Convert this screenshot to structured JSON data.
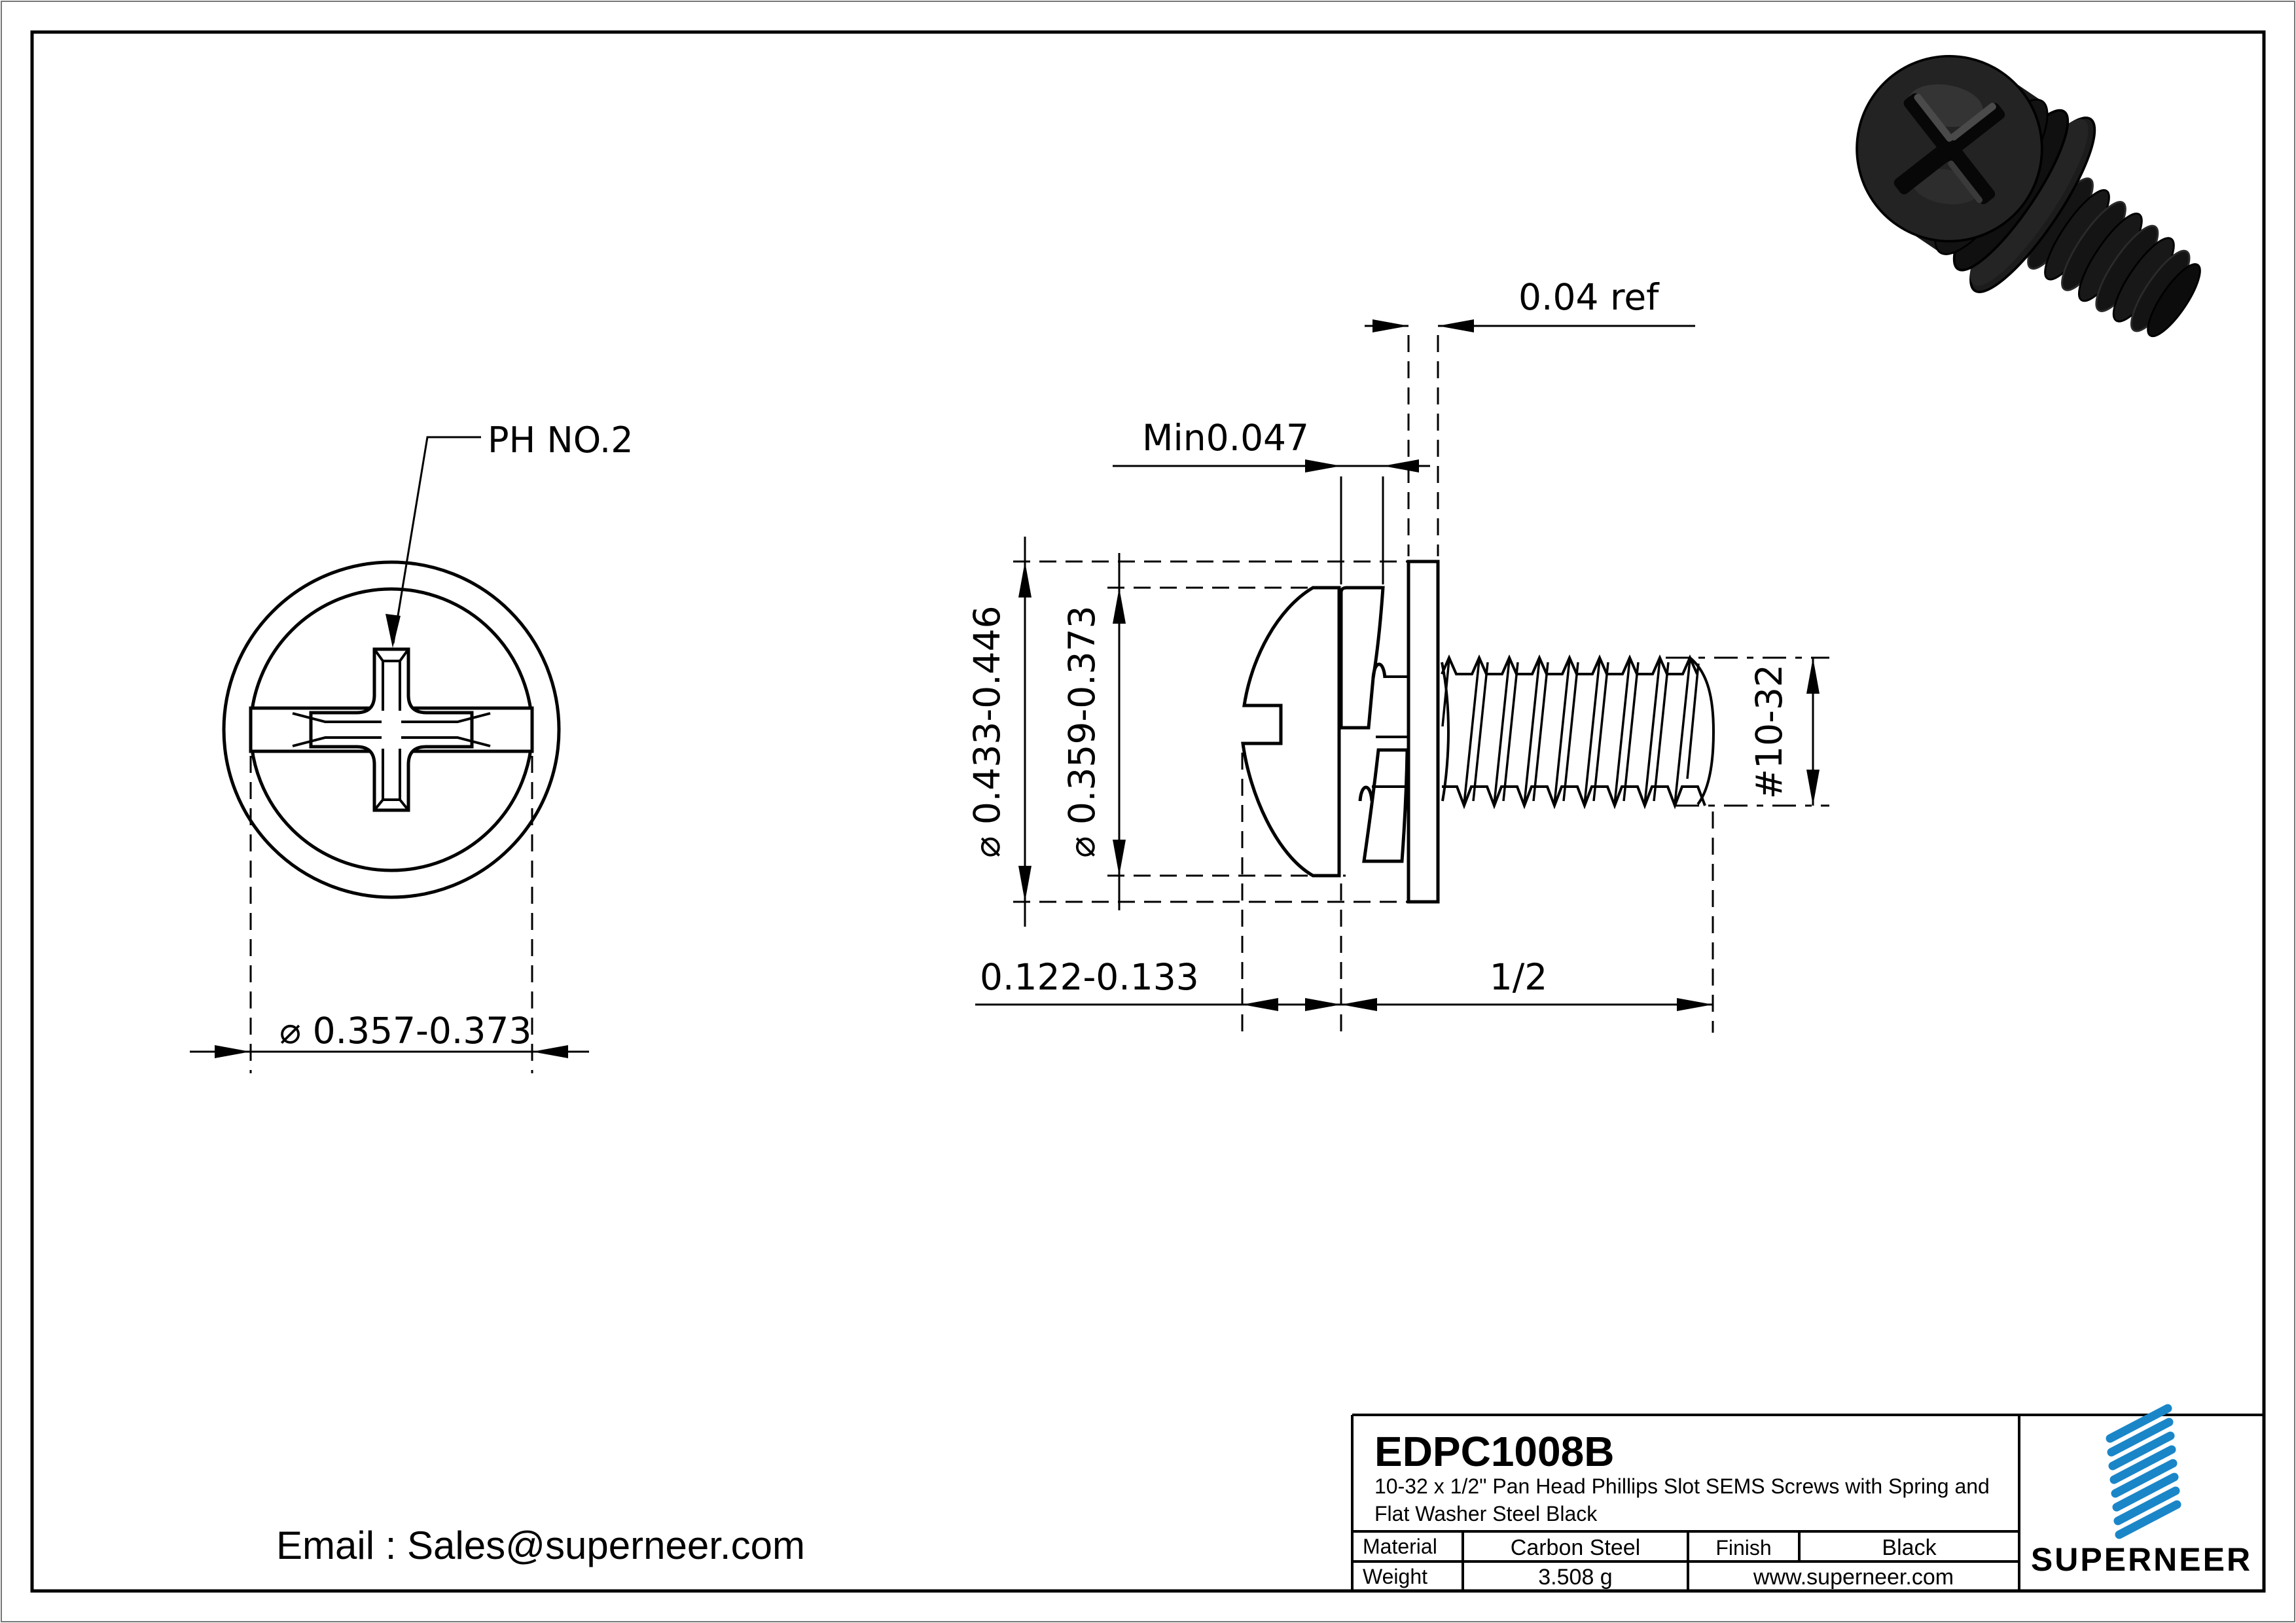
{
  "page": {
    "background": "#ffffff",
    "line_color": "#000000",
    "accent_blue": "#1a86c8"
  },
  "front_view": {
    "drive_label": "PH NO.2",
    "head_diameter_label": "⌀ 0.357-0.373"
  },
  "side_view": {
    "flat_washer_thickness_label": "0.04 ref",
    "spring_washer_min_label": "Min0.047",
    "washer_od_label": "⌀ 0.433-0.446",
    "head_od_label": "⌀ 0.359-0.373",
    "head_height_label": "0.122-0.133",
    "thread_length_label": "1/2",
    "thread_spec_label": "#10-32"
  },
  "title_block": {
    "part_number": "EDPC1008B",
    "description_line1": "10-32 x 1/2\" Pan Head Phillips Slot SEMS Screws with Spring and",
    "description_line2": "Flat Washer Steel Black",
    "material_label": "Material",
    "material_value": "Carbon Steel",
    "finish_label": "Finish",
    "finish_value": "Black",
    "weight_label": "Weight",
    "weight_value": "3.508 g",
    "website": "www.superneer.com",
    "brand": "SUPERNEER"
  },
  "footer": {
    "email": "Email : Sales@superneer.com"
  }
}
